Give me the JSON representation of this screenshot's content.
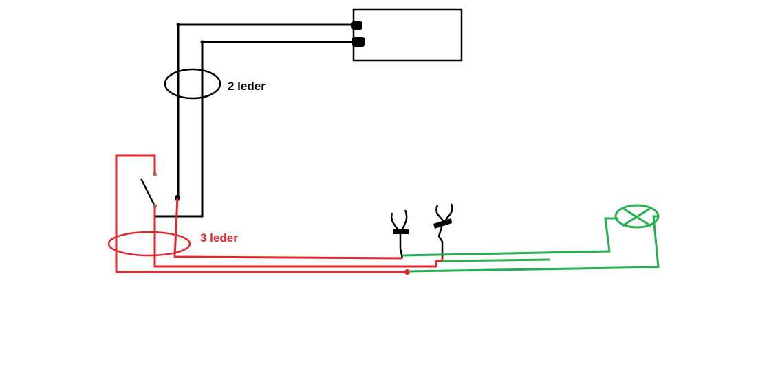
{
  "labels": {
    "two_conductor": "2 leder",
    "three_conductor": "3 leder"
  },
  "colors": {
    "background": "#ffffff",
    "black_wire": "#000000",
    "red_wire": "#e3262b",
    "green_wire": "#22b14c",
    "terminal_dot": "#7f7f7f"
  },
  "icons": {
    "switch": "single-pole-switch-icon",
    "lamp": "lamp-icon",
    "connector": "wire-connector-icon",
    "cable_ring": "cable-bundle-ring"
  }
}
